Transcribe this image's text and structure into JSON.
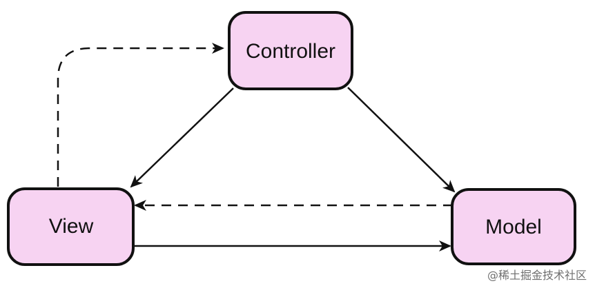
{
  "diagram": {
    "nodes": {
      "controller": "Controller",
      "view": "View",
      "model": "Model"
    },
    "colors": {
      "node_fill": "#f7d3f2",
      "stroke": "#111111"
    }
  },
  "watermark": "@稀土掘金技术社区"
}
